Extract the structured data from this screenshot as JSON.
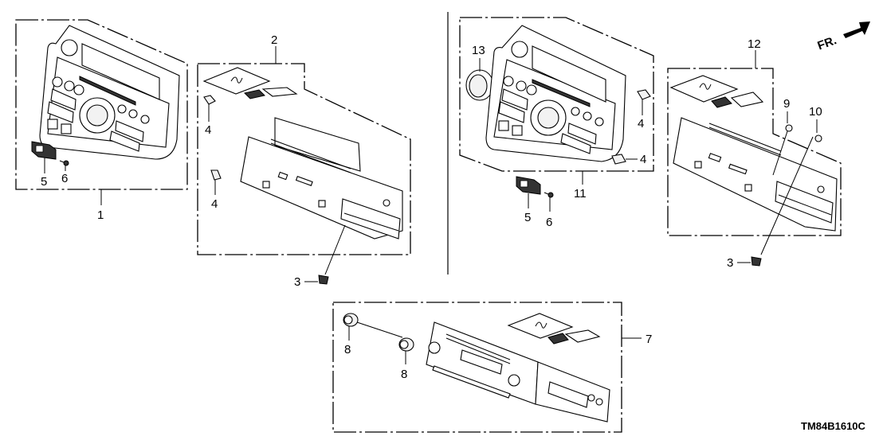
{
  "diagram": {
    "title_code": "TM84B1610C",
    "direction_label": "FR.",
    "groups": [
      {
        "id": "panel-left",
        "callout": "1",
        "contains": [
          "5",
          "6"
        ]
      },
      {
        "id": "unit-left",
        "callout": "2",
        "contains": [
          "4",
          "4",
          "3"
        ]
      },
      {
        "id": "panel-right",
        "callout": "11",
        "contains": [
          "13",
          "4",
          "4",
          "5",
          "6"
        ]
      },
      {
        "id": "unit-right",
        "callout": "12",
        "contains": [
          "9",
          "10",
          "3"
        ]
      },
      {
        "id": "unit-bottom",
        "callout": "7",
        "contains": [
          "8",
          "8"
        ]
      }
    ],
    "callouts": {
      "c1": "1",
      "c2": "2",
      "c3a": "3",
      "c3b": "3",
      "c4a": "4",
      "c4b": "4",
      "c4c": "4",
      "c4d": "4",
      "c5a": "5",
      "c5b": "5",
      "c6a": "6",
      "c6b": "6",
      "c7": "7",
      "c8a": "8",
      "c8b": "8",
      "c9": "9",
      "c10": "10",
      "c11": "11",
      "c12": "12",
      "c13": "13"
    }
  }
}
